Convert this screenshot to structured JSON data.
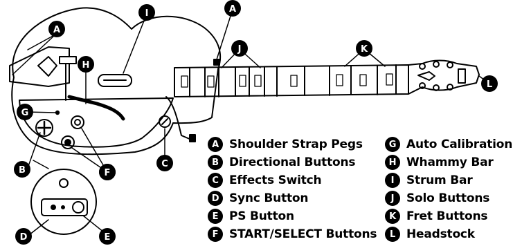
{
  "diagram": {
    "callouts": [
      "A",
      "A",
      "B",
      "C",
      "D",
      "E",
      "F",
      "F",
      "G",
      "H",
      "I",
      "J",
      "K",
      "L"
    ]
  },
  "legend": [
    {
      "letter": "A",
      "label": "Shoulder Strap Pegs"
    },
    {
      "letter": "B",
      "label": "Directional Buttons"
    },
    {
      "letter": "C",
      "label": "Effects Switch"
    },
    {
      "letter": "D",
      "label": "Sync Button"
    },
    {
      "letter": "E",
      "label": "PS Button"
    },
    {
      "letter": "F",
      "label": "START/SELECT Buttons"
    },
    {
      "letter": "G",
      "label": "Auto Calibration"
    },
    {
      "letter": "H",
      "label": "Whammy Bar"
    },
    {
      "letter": "I",
      "label": "Strum Bar"
    },
    {
      "letter": "J",
      "label": "Solo Buttons"
    },
    {
      "letter": "K",
      "label": "Fret Buttons"
    },
    {
      "letter": "L",
      "label": "Headstock"
    }
  ]
}
